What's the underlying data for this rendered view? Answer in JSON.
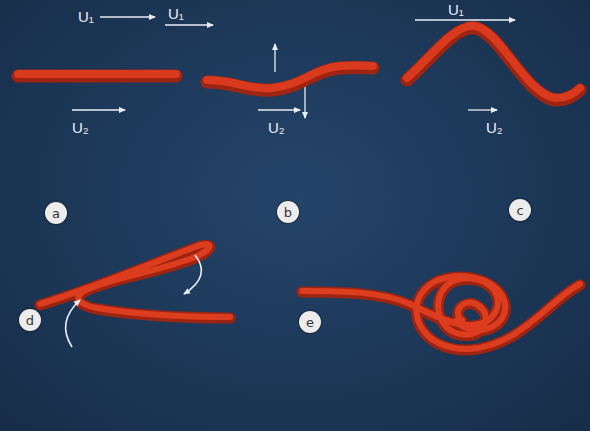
{
  "diagram": {
    "nodes": [
      {
        "text": [
          "a"
        ]
      },
      {
        "text": [
          "b"
        ]
      },
      {
        "text": [
          "c"
        ]
      },
      {
        "text": [
          "d"
        ]
      },
      {
        "text": [
          "e"
        ]
      }
    ],
    "labels": [
      "U₁",
      "U₂",
      "U₁",
      "U₂",
      "U₁",
      "U₂"
    ]
  }
}
